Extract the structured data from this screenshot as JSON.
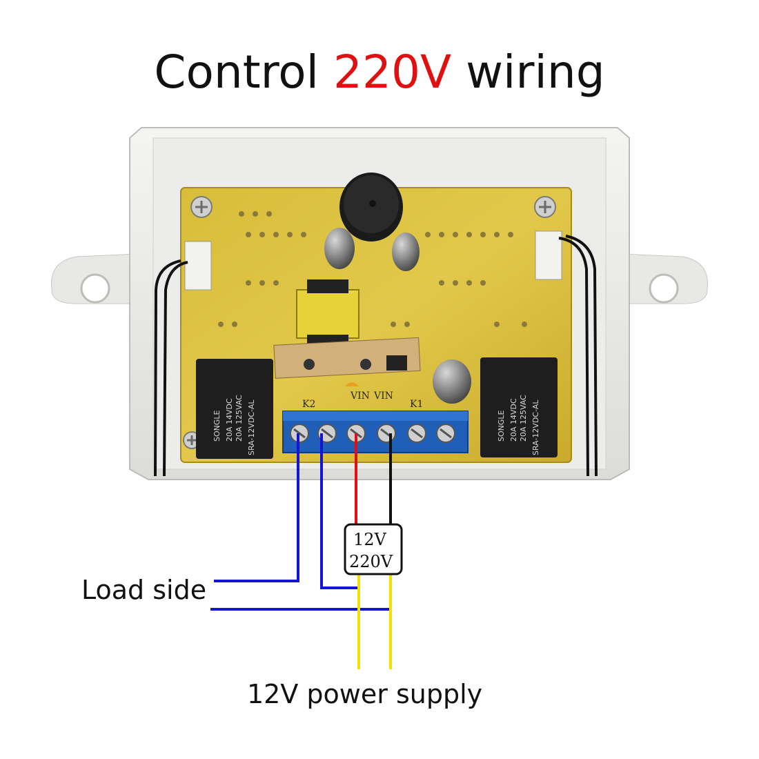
{
  "title": {
    "prefix": "Control ",
    "highlight": "220V",
    "suffix": " wiring",
    "highlight_color": "#e01010"
  },
  "board": {
    "relay_left": {
      "brand": "SONGLE",
      "line1": "20A 14VDC",
      "line2": "20A 125VAC",
      "model": "SRA-12VDC-AL"
    },
    "relay_right": {
      "brand": "SONGLE",
      "line1": "20A 14VDC",
      "line2": "20A 125VAC",
      "model": "SRA-12VDC-AL"
    },
    "terminal_labels": {
      "k2": "K2",
      "vin_pos": "VIN",
      "vin_neg": "VIN",
      "k1": "K1"
    }
  },
  "converter": {
    "line1": "12V",
    "line2": "220V"
  },
  "labels": {
    "load_side": "Load side",
    "power_supply": "12V power supply"
  },
  "wire_colors": {
    "load": "#1414d8",
    "power_positive": "#e01010",
    "power_negative": "#111111",
    "supply": "#f2e200"
  }
}
